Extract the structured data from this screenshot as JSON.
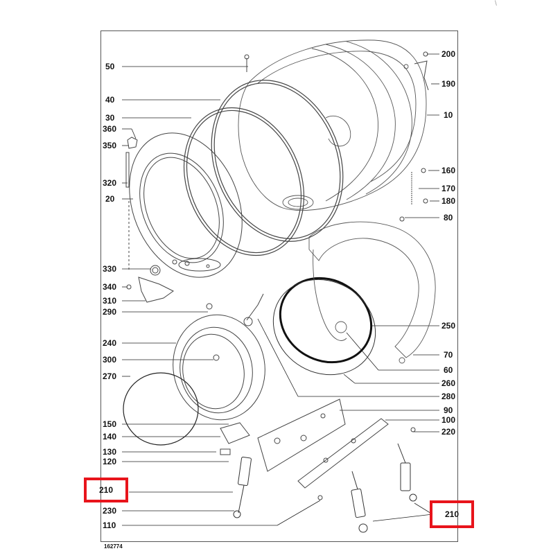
{
  "diagram": {
    "drawing_number": "162774",
    "corner_mark": "\\",
    "highlight_color": "#e8141b",
    "callouts_left": [
      {
        "id": "c50",
        "text": "50"
      },
      {
        "id": "c40",
        "text": "40"
      },
      {
        "id": "c30",
        "text": "30"
      },
      {
        "id": "c360",
        "text": "360"
      },
      {
        "id": "c350",
        "text": "350"
      },
      {
        "id": "c320",
        "text": "320"
      },
      {
        "id": "c20",
        "text": "20"
      },
      {
        "id": "c330",
        "text": "330"
      },
      {
        "id": "c340",
        "text": "340"
      },
      {
        "id": "c310",
        "text": "310"
      },
      {
        "id": "c290",
        "text": "290"
      },
      {
        "id": "c240",
        "text": "240"
      },
      {
        "id": "c300",
        "text": "300"
      },
      {
        "id": "c270",
        "text": "270"
      },
      {
        "id": "c150",
        "text": "150"
      },
      {
        "id": "c140",
        "text": "140"
      },
      {
        "id": "c130",
        "text": "130"
      },
      {
        "id": "c120",
        "text": "120"
      },
      {
        "id": "c230",
        "text": "230"
      },
      {
        "id": "c110",
        "text": "110"
      }
    ],
    "callouts_right": [
      {
        "id": "c200",
        "text": "200"
      },
      {
        "id": "c190",
        "text": "190"
      },
      {
        "id": "c10",
        "text": "10"
      },
      {
        "id": "c160",
        "text": "160"
      },
      {
        "id": "c170",
        "text": "170"
      },
      {
        "id": "c180",
        "text": "180"
      },
      {
        "id": "c80",
        "text": "80"
      },
      {
        "id": "c250",
        "text": "250"
      },
      {
        "id": "c70",
        "text": "70"
      },
      {
        "id": "c60",
        "text": "60"
      },
      {
        "id": "c260",
        "text": "260"
      },
      {
        "id": "c280",
        "text": "280"
      },
      {
        "id": "c90",
        "text": "90"
      },
      {
        "id": "c100",
        "text": "100"
      },
      {
        "id": "c220",
        "text": "220"
      }
    ],
    "highlighted": [
      {
        "id": "h210a",
        "text": "210"
      },
      {
        "id": "h210b",
        "text": "210"
      }
    ]
  }
}
